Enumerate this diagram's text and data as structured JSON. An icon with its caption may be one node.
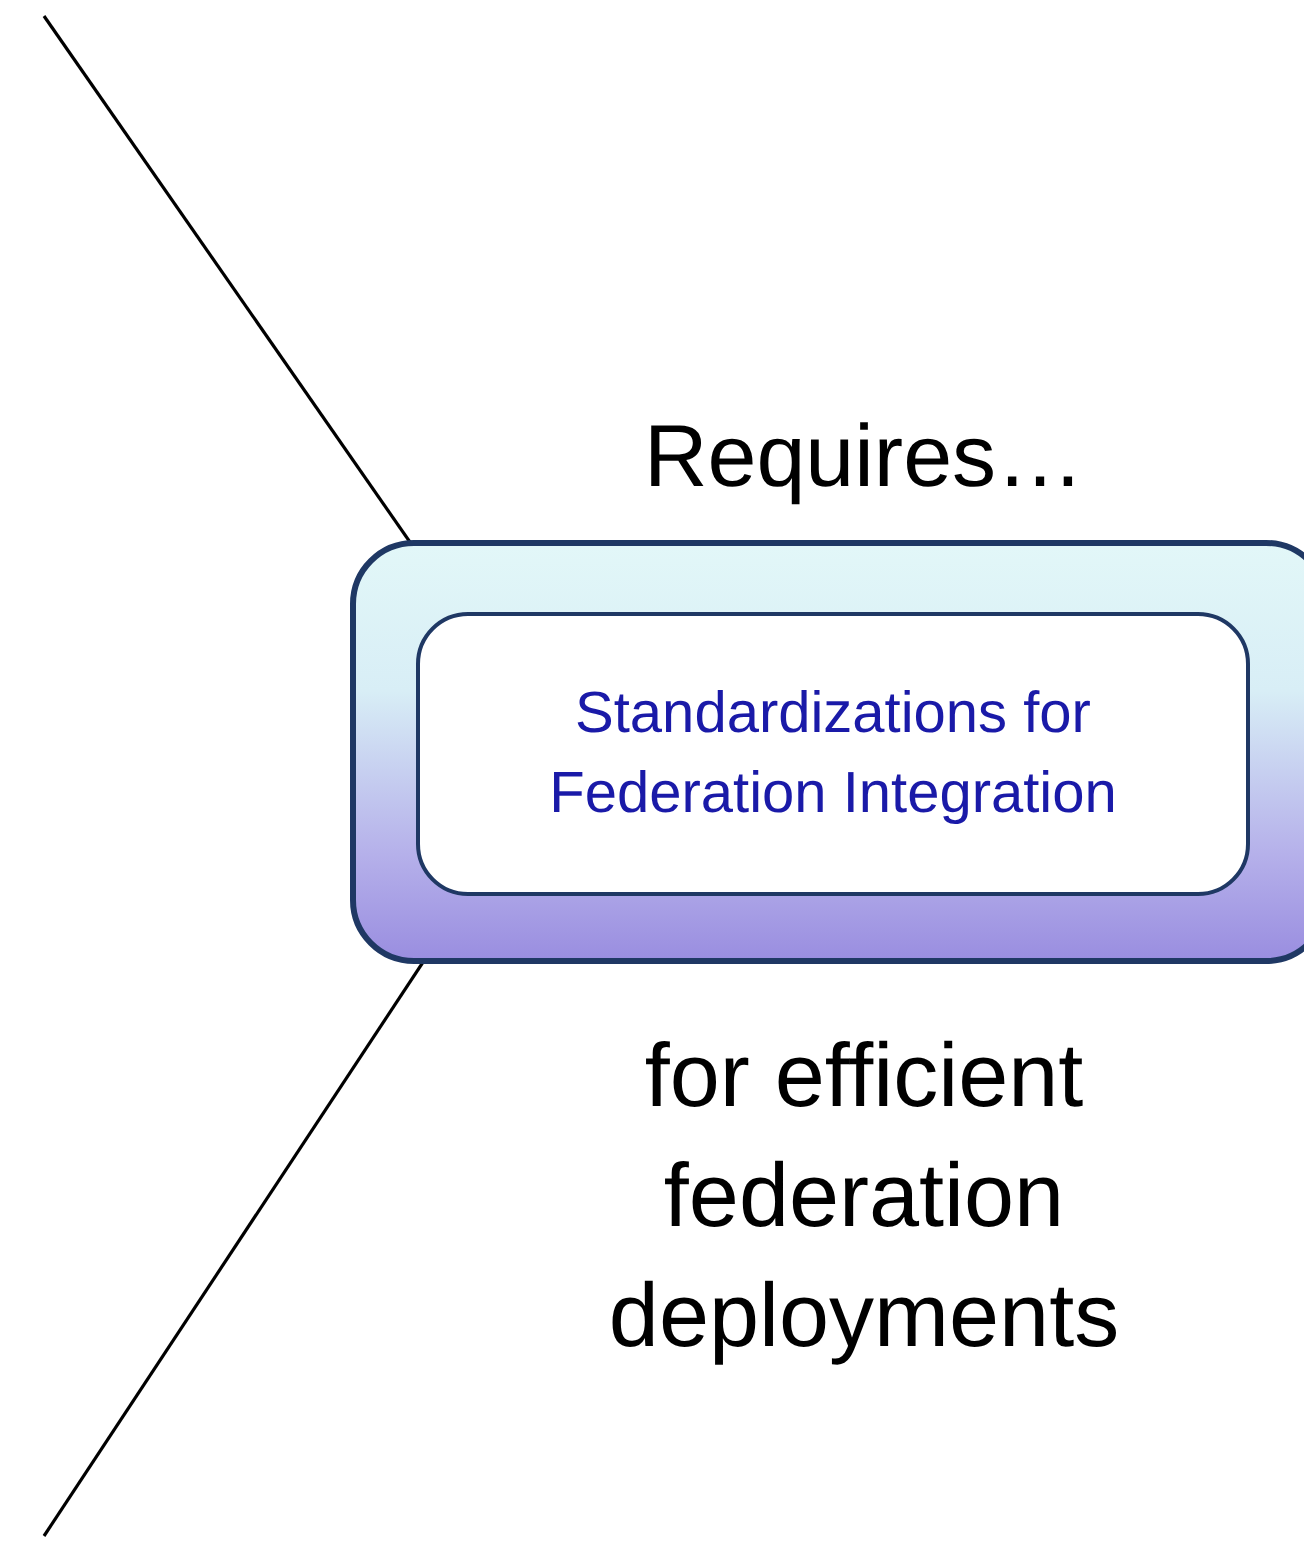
{
  "diagram": {
    "nodes": [
      {
        "text": [],
        "shape": "box"
      },
      {
        "text": [
          "Standardizations for Federation Integration"
        ],
        "in": 0
      }
    ],
    "labels": [
      "Requires…",
      "for efficient federation deployments"
    ]
  }
}
